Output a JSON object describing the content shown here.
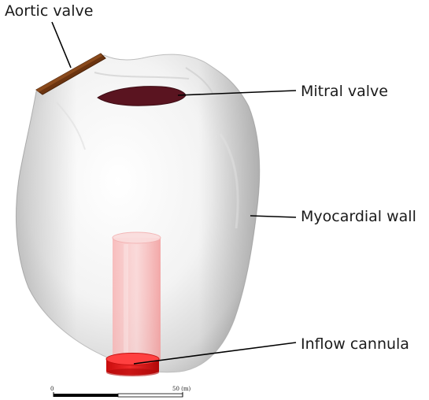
{
  "labels": {
    "aortic_valve": "Aortic valve",
    "mitral_valve": "Mitral valve",
    "myocardial_wall": "Myocardial wall",
    "inflow_cannula": "Inflow cannula"
  },
  "scale_bar": {
    "start_label": "0",
    "end_label": "50 (m)"
  },
  "colors": {
    "myocardium": "#f2f2f2",
    "aortic_valve": "#6b3410",
    "mitral_valve": "#5a1420",
    "cannula": "#f4a0a0",
    "cannula_tip": "#e01818"
  }
}
